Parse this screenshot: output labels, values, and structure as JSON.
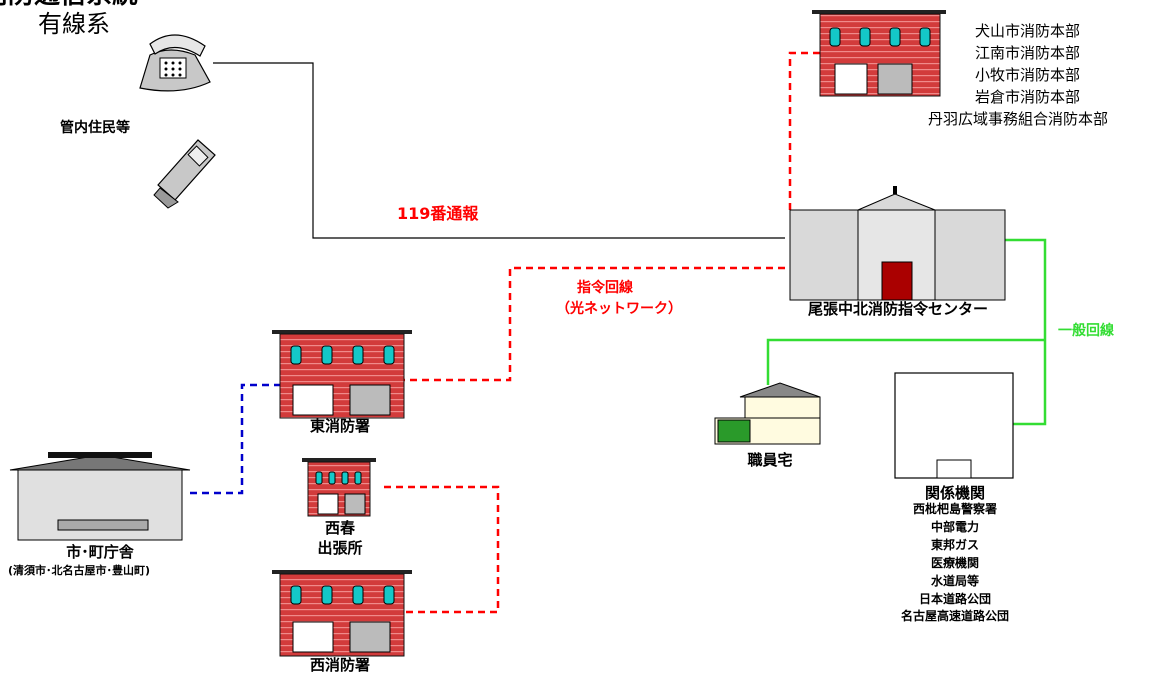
{
  "title_partial": "消防通信系統",
  "title": "有線系",
  "residents": "管内住民等",
  "report": "119番通報",
  "dispatch_line": "指令回線",
  "network": "（光ネットワーク）",
  "general_line": "一般回線",
  "center": "尾張中北消防指令センター",
  "hq_list": [
    "犬山市消防本部",
    "江南市消防本部",
    "小牧市消防本部",
    "岩倉市消防本部",
    "丹羽広域事務組合消防本部"
  ],
  "east_station": "東消防署",
  "west_station": "西消防署",
  "branch": [
    "西春",
    "出張所"
  ],
  "city_hall": "市･町庁舎",
  "city_hall_sub": "(清須市･北名古屋市･豊山町)",
  "staff_home": "職員宅",
  "agencies_title": "関係機関",
  "agencies": [
    "西枇杷島警察署",
    "中部電力",
    "東邦ガス",
    "医療機関",
    "水道局等",
    "日本道路公団",
    "名古屋高速道路公団"
  ],
  "colors": {
    "report_line": "#000000",
    "dispatch_line": "#ff0000",
    "general_line": "#33dd33",
    "city_line": "#0000cc",
    "building_red": "#d23b3b",
    "window_cyan": "#14c8c8"
  }
}
